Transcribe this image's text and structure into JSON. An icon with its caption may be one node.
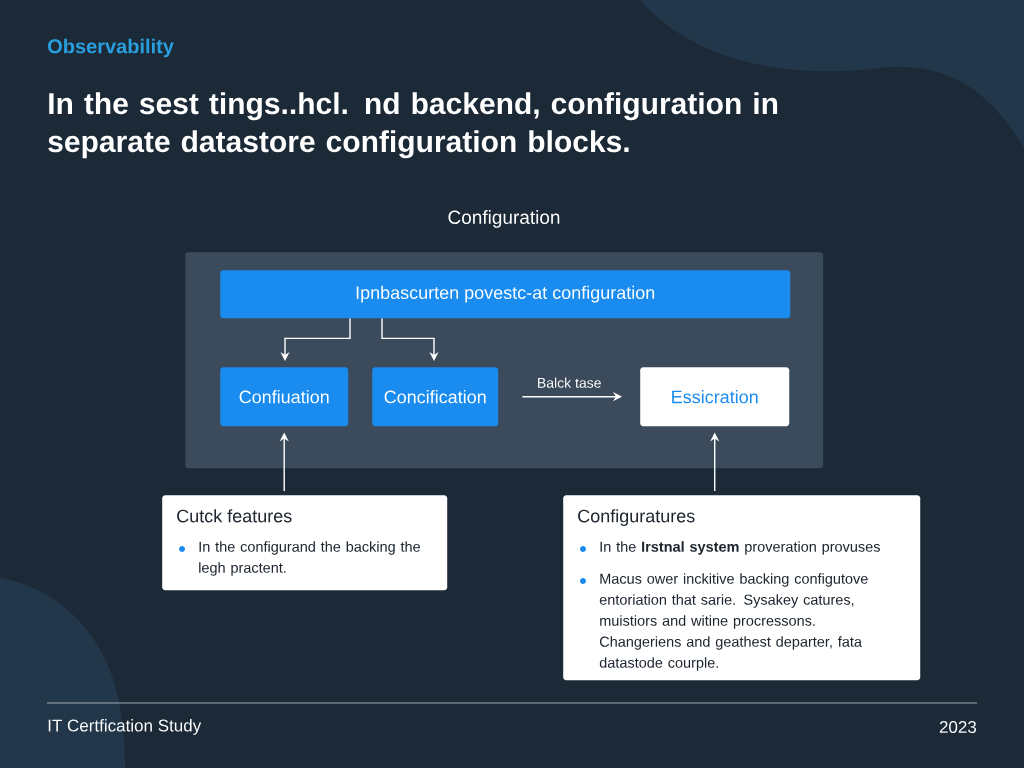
{
  "diagram": {
    "title": "In the sest tings..hcl. nd backend, configuration in separate datastore configuration blocks.",
    "nodes": [
      {
        "text": [
          "Configuration"
        ]
      },
      {
        "text": [
          "Ipnbascurten povestc-at configuration"
        ],
        "in": 0
      },
      {
        "text": [
          "Confiuation"
        ],
        "in": 0
      },
      {
        "text": [
          "Concification"
        ],
        "in": 0
      },
      {
        "text": [
          "Essicration"
        ],
        "in": 0
      },
      {
        "text": [
          "Cutck features",
          "In the configurand the backing the legh practent."
        ]
      },
      {
        "text": [
          "Configuratures",
          "In the **Irstnal system** proveration provuses",
          "Macus ower inckitive backing configutove entoriation that sarie. Sysakey catures, muistiors and witine procressons. Changeriens and geathest departer, fata datastode courple."
        ]
      }
    ],
    "edges": [
      {
        "from": 1,
        "to": 2,
        "arrow": "to"
      },
      {
        "from": 1,
        "to": 3,
        "arrow": "to"
      },
      {
        "from": 3,
        "to": 4,
        "arrow": "to",
        "label": "Balck tase"
      },
      {
        "from": 5,
        "to": 2,
        "arrow": "to"
      },
      {
        "from": 6,
        "to": 4,
        "arrow": "to"
      }
    ],
    "labels": [
      "Observability",
      "IT Certfication Study",
      "2023"
    ]
  }
}
